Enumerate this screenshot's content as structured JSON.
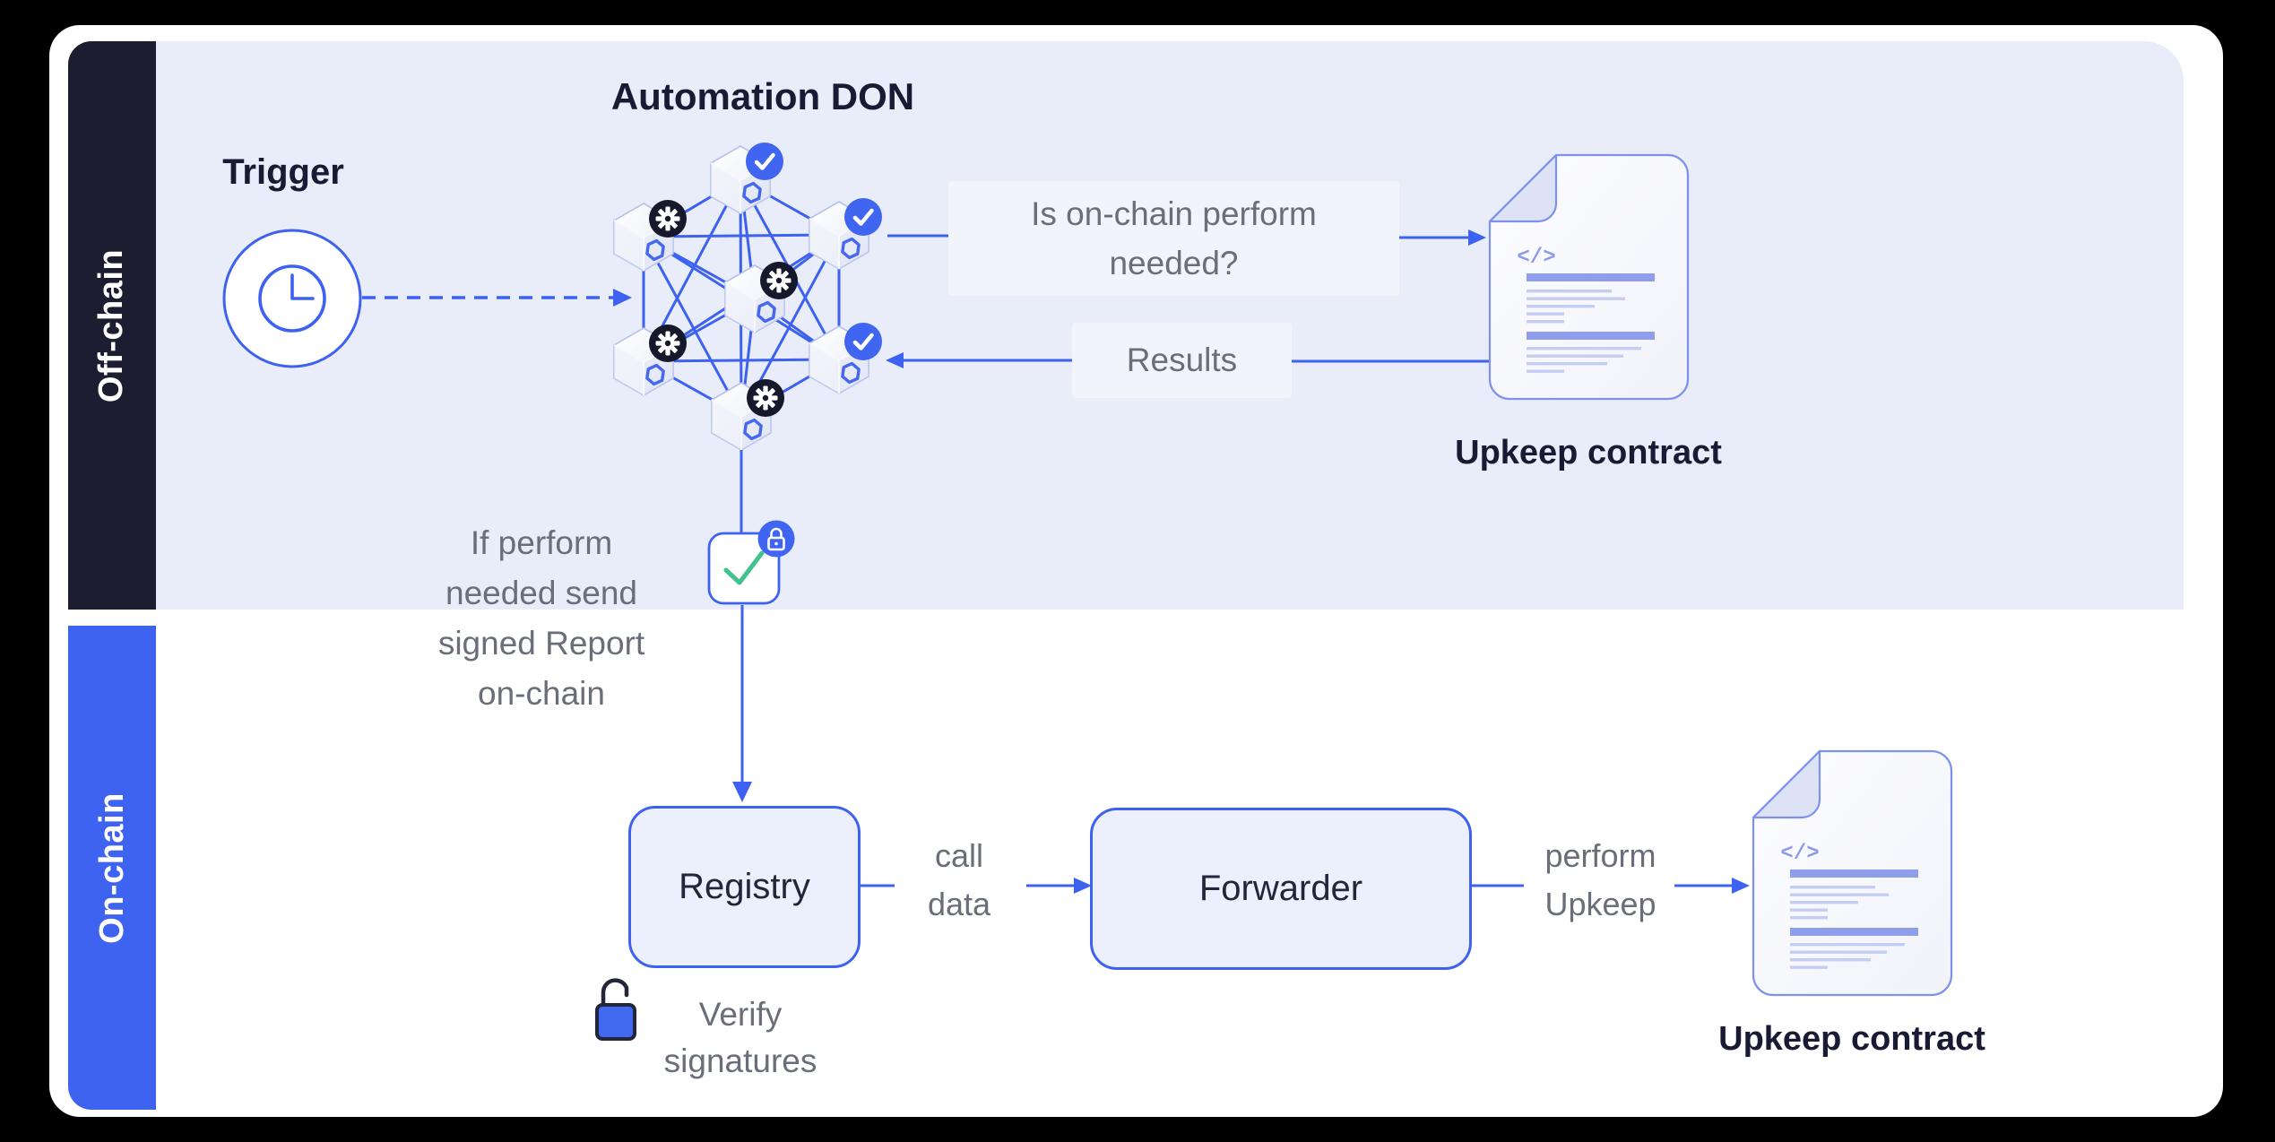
{
  "colors": {
    "canvas_bg": "#000000",
    "card_bg": "#ffffff",
    "offchain_band": "#e9ecf9",
    "offchain_bar": "#1c1d30",
    "onchain_bar": "#3e63f1",
    "accent_blue": "#3d61f0",
    "badge_blue": "#4065f1",
    "badge_black": "#16182b",
    "text_dark": "#181b33",
    "text_gray": "#696e79",
    "contract_box_fill": "#ecf0fc",
    "check_green": "#42c28e",
    "doc_border": "#7d92ee",
    "doc_bar": "#8e9eea"
  },
  "sidebar": {
    "offchain_label": "Off-chain",
    "onchain_label": "On-chain"
  },
  "offchain": {
    "don_title": "Automation DON",
    "trigger_label": "Trigger",
    "question_lines": [
      "Is on-chain perform",
      "needed?"
    ],
    "results_label": "Results",
    "upkeep_contract_label": "Upkeep contract",
    "report_note_lines": [
      "If perform",
      "needed send",
      "signed Report",
      "on-chain"
    ]
  },
  "onchain": {
    "registry_label": "Registry",
    "call_data_lines": [
      "call",
      "data"
    ],
    "forwarder_label": "Forwarder",
    "perform_upkeep_lines": [
      "perform",
      "Upkeep"
    ],
    "upkeep_contract_label": "Upkeep contract",
    "verify_lines": [
      "Verify",
      "signatures"
    ]
  },
  "doc": {
    "code_glyph": "</>"
  },
  "icons": {
    "trigger": "clock-icon",
    "don_node_ok": "check-badge-icon",
    "don_node_compute": "gear-badge-icon",
    "node_logo": "chainlink-hexagon-icon",
    "report": "signed-report-check-icon",
    "report_badge": "lock-icon",
    "verify": "unlock-icon",
    "contract": "code-document-icon"
  }
}
